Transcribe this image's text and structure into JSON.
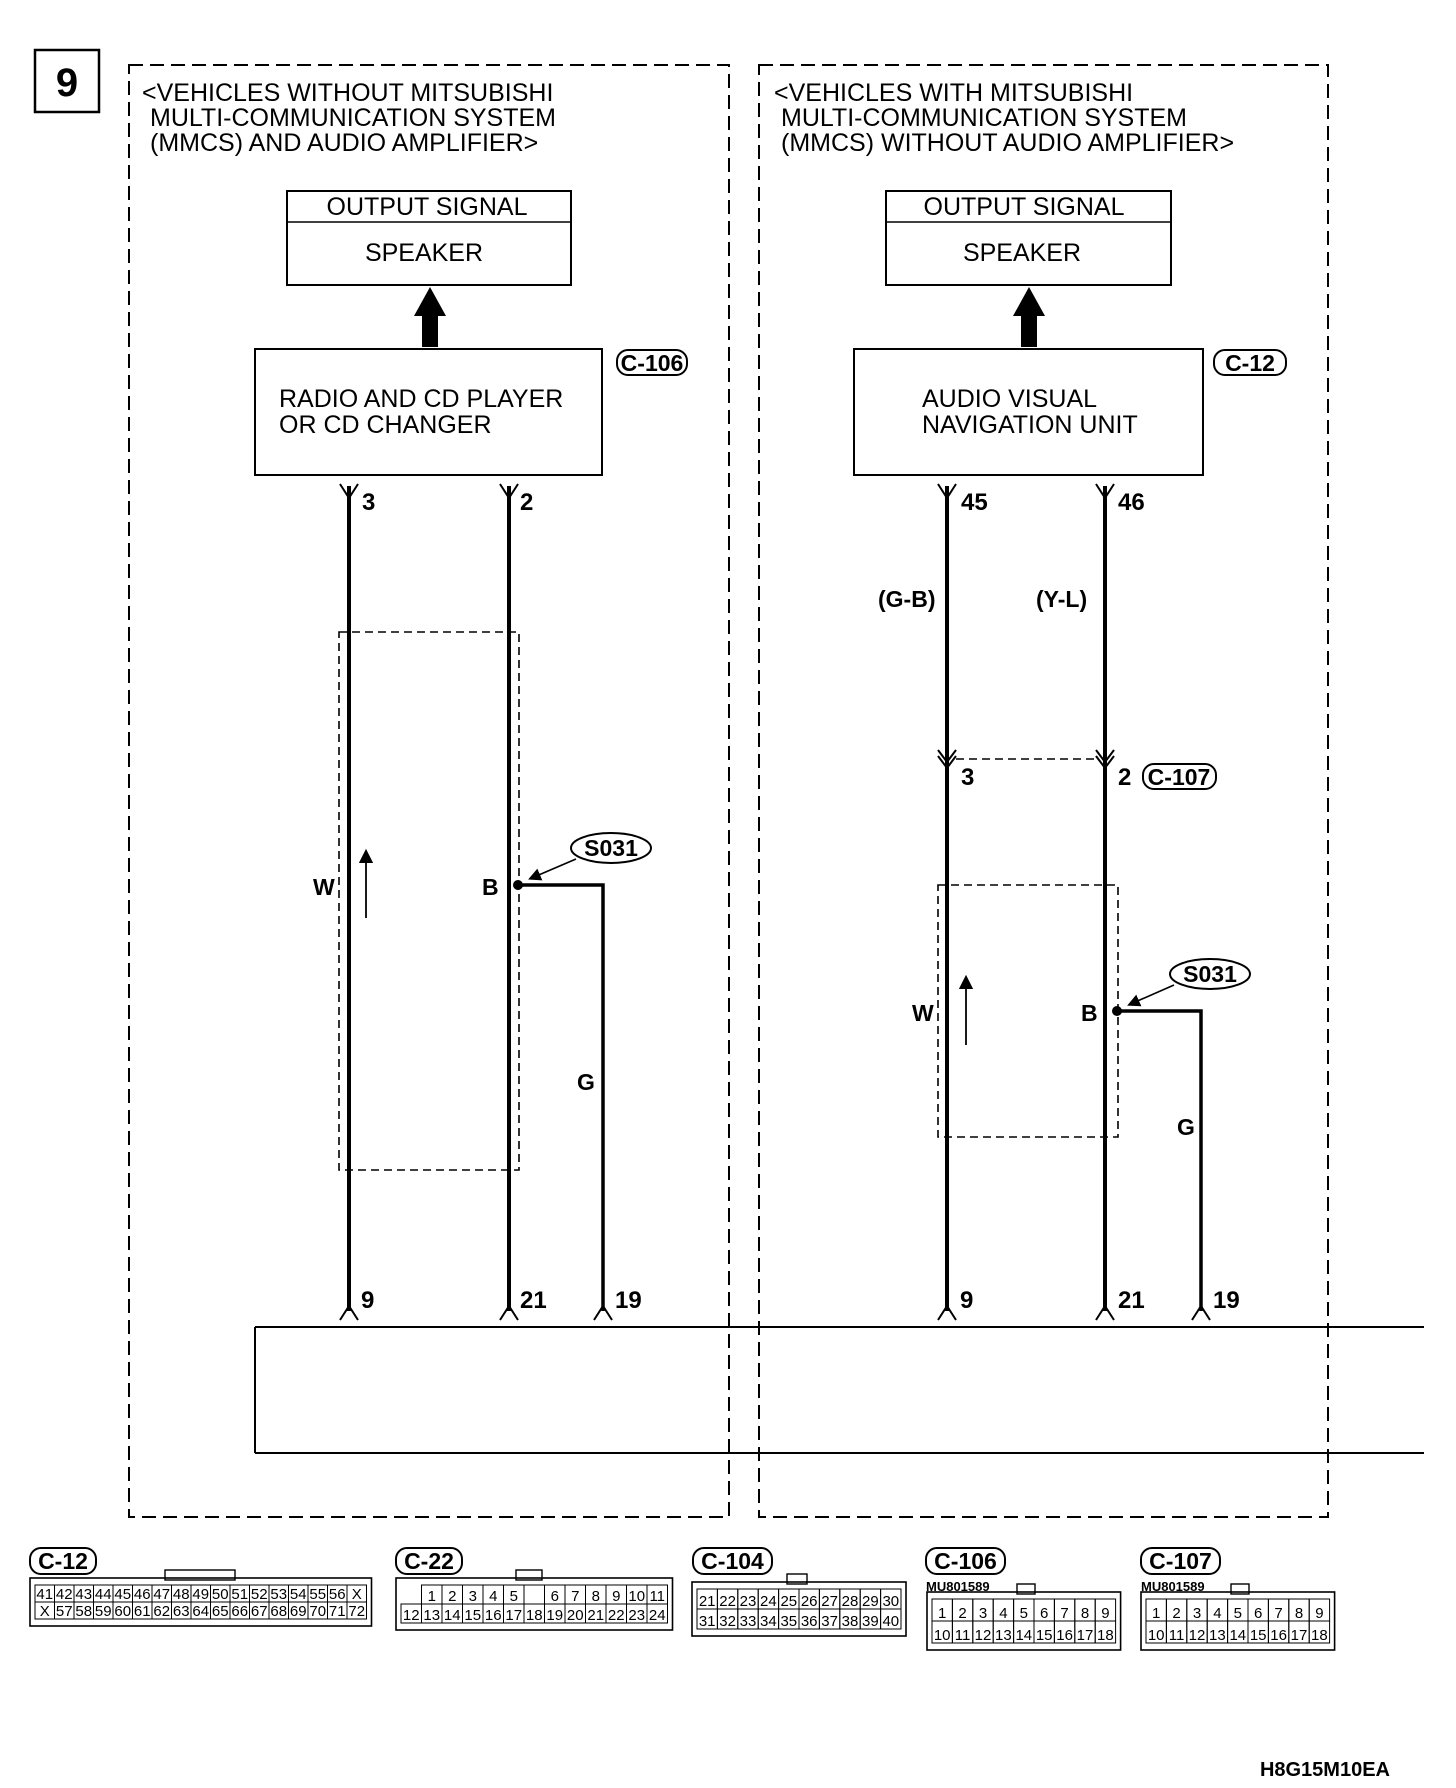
{
  "figure_number": "9",
  "panels": {
    "left": {
      "header": [
        "<VEHICLES WITHOUT MITSUBISHI",
        "MULTI-COMMUNICATION SYSTEM",
        "(MMCS) AND AUDIO AMPLIFIER>"
      ],
      "output_box": {
        "title": "OUTPUT SIGNAL",
        "content": "SPEAKER"
      },
      "unit": {
        "lines": [
          "RADIO AND CD PLAYER",
          "OR CD CHANGER"
        ],
        "connector": "C-106"
      },
      "top_pins": [
        "3",
        "2"
      ],
      "wire_colors": {
        "first": "W",
        "second": "B",
        "branch": "G"
      },
      "splice": "S031",
      "bottom_pins": [
        "9",
        "21",
        "19"
      ]
    },
    "right": {
      "header": [
        "<VEHICLES WITH MITSUBISHI",
        "MULTI-COMMUNICATION SYSTEM",
        "(MMCS) WITHOUT AUDIO AMPLIFIER>"
      ],
      "output_box": {
        "title": "OUTPUT SIGNAL",
        "content": "SPEAKER"
      },
      "unit": {
        "lines": [
          "AUDIO VISUAL",
          "NAVIGATION UNIT"
        ],
        "connector": "C-12"
      },
      "top_pins": [
        "45",
        "46"
      ],
      "upper_wire_colors": [
        "(G-B)",
        "(Y-L)"
      ],
      "intermediate_connector": {
        "name": "C-107",
        "pins": [
          "3",
          "2"
        ]
      },
      "wire_colors": {
        "first": "W",
        "second": "B",
        "branch": "G"
      },
      "splice": "S031",
      "bottom_pins": [
        "9",
        "21",
        "19"
      ]
    }
  },
  "connector_views": [
    {
      "name": "C-12",
      "part_number": "",
      "rows": [
        [
          "41",
          "42",
          "43",
          "44",
          "45",
          "46",
          "47",
          "48",
          "49",
          "50",
          "51",
          "52",
          "53",
          "54",
          "55",
          "56",
          "X"
        ],
        [
          "X",
          "57",
          "58",
          "59",
          "60",
          "61",
          "62",
          "63",
          "64",
          "65",
          "66",
          "67",
          "68",
          "69",
          "70",
          "71",
          "72"
        ]
      ]
    },
    {
      "name": "C-22",
      "part_number": "",
      "rows": [
        [
          "1",
          "2",
          "3",
          "4",
          "5",
          "",
          "6",
          "7",
          "8",
          "9",
          "10",
          "11"
        ],
        [
          "12",
          "13",
          "14",
          "15",
          "16",
          "17",
          "18",
          "19",
          "20",
          "21",
          "22",
          "23",
          "24"
        ]
      ]
    },
    {
      "name": "C-104",
      "part_number": "",
      "rows": [
        [
          "21",
          "22",
          "23",
          "24",
          "25",
          "26",
          "27",
          "28",
          "29",
          "30"
        ],
        [
          "31",
          "32",
          "33",
          "34",
          "35",
          "36",
          "37",
          "38",
          "39",
          "40"
        ]
      ]
    },
    {
      "name": "C-106",
      "part_number": "MU801589",
      "rows": [
        [
          "1",
          "2",
          "3",
          "4",
          "5",
          "6",
          "7",
          "8",
          "9"
        ],
        [
          "10",
          "11",
          "12",
          "13",
          "14",
          "15",
          "16",
          "17",
          "18"
        ]
      ]
    },
    {
      "name": "C-107",
      "part_number": "MU801589",
      "rows": [
        [
          "1",
          "2",
          "3",
          "4",
          "5",
          "6",
          "7",
          "8",
          "9"
        ],
        [
          "10",
          "11",
          "12",
          "13",
          "14",
          "15",
          "16",
          "17",
          "18"
        ]
      ]
    }
  ],
  "diagram_code": "H8G15M10EA"
}
